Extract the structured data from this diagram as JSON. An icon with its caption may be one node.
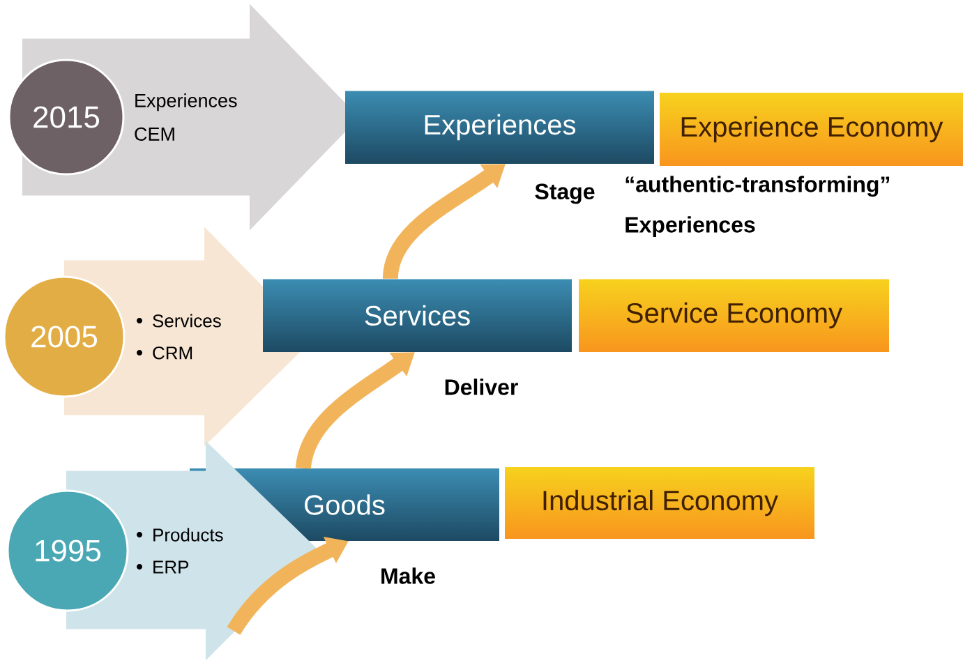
{
  "diagram": {
    "nodes": [
      {
        "text": [
          "Experiences",
          "CEM"
        ]
      },
      {
        "text": [
          "2015"
        ]
      },
      {
        "text": [
          "Experiences"
        ]
      },
      {
        "text": [
          "Experience Economy"
        ]
      },
      {
        "text": [
          "Services",
          "CRM"
        ]
      },
      {
        "text": [
          "2005"
        ]
      },
      {
        "text": [
          "Services"
        ]
      },
      {
        "text": [
          "Service Economy"
        ]
      },
      {
        "text": [
          "Products",
          "ERP"
        ]
      },
      {
        "text": [
          "1995"
        ]
      },
      {
        "text": [
          "Goods"
        ]
      },
      {
        "text": [
          "Industrial Economy"
        ]
      }
    ],
    "edges": [
      {
        "from": 8,
        "to": 10,
        "arrow": "to",
        "label": "Make"
      },
      {
        "from": 10,
        "to": 6,
        "arrow": "to",
        "label": "Deliver"
      },
      {
        "from": 6,
        "to": 2,
        "arrow": "to",
        "label": "Stage"
      }
    ],
    "labels": [
      "“authentic-transforming” Experiences"
    ]
  }
}
